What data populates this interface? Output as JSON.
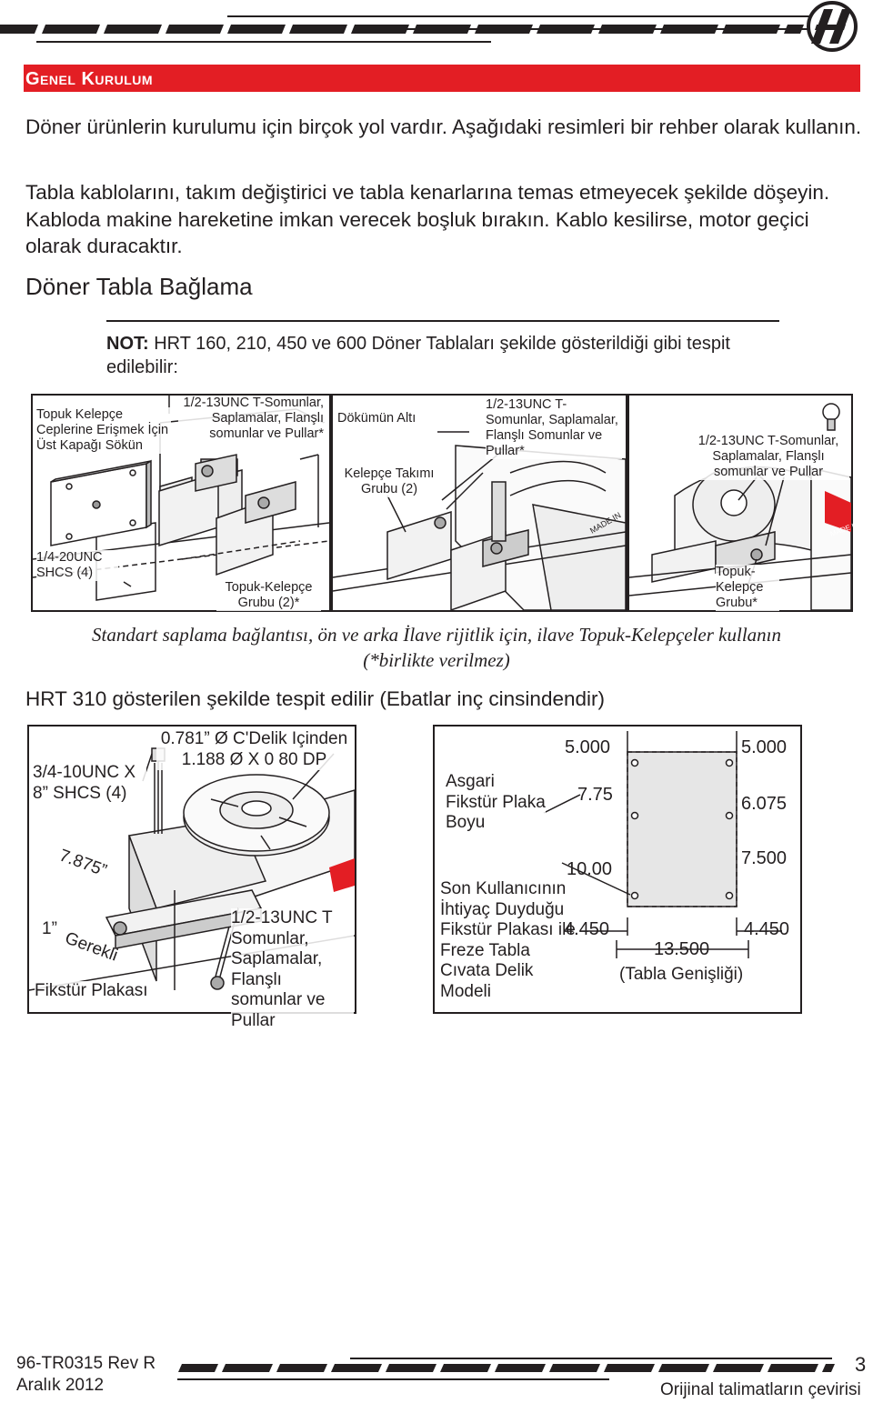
{
  "section": {
    "title": "Genel Kurulum"
  },
  "intro": {
    "p1": "Döner ürünlerin kurulumu için birçok yol vardır. Aşağıdaki resimleri bir rehber olarak kullanın.",
    "p2": "Tabla kablolarını, takım değiştirici ve tabla kenarlarına temas etmeyecek şekilde döşeyin. Kabloda makine hareketine imkan verecek boşluk bırakın. Kablo kesilirse, motor geçici olarak duracaktır."
  },
  "subheading": "Döner Tabla Bağlama",
  "note": {
    "label": "NOT:",
    "text": " HRT 160, 210, 450 ve 600 Döner Tablaları şekilde gösterildiği gibi tespit edilebilir:"
  },
  "figure1": {
    "panel1": {
      "top_label": "Topuk Kelepçe Ceplerine Erişmek İçin Üst Kapağı Sökün",
      "bolt_label": "1/4-20UNC SHCS (4)"
    },
    "panel2": {
      "top_label": "1/2-13UNC T-Somunlar, Saplamalar, Flanşlı somunlar ve Pullar*",
      "bottom_label": "Topuk-Kelepçe Grubu (2)*"
    },
    "panel3": {
      "label_a": "Dökümün Altı",
      "label_b": "Kelepçe Takımı Grubu (2)",
      "label_c": "1/2-13UNC T-Somunlar, Saplamalar, Flanşlı Somunlar ve Pullar*"
    },
    "panel4": {
      "top_label": "1/2-13UNC T-Somunlar, Saplamalar, Flanşlı somunlar ve Pullar",
      "bottom_label": "Topuk-Kelepçe Grubu*",
      "brand_text": "MADE IN"
    },
    "caption_line1": "Standart saplama bağlantısı, ön ve arka İlave rijitlik için, ilave Topuk-Kelepçeler kullanın",
    "caption_line2": "(*birlikte verilmez)"
  },
  "hrt310_heading": "HRT 310 gösterilen şekilde tespit edilir (Ebatlar inç cinsindendir)",
  "figure2": {
    "left": {
      "bolt": "3/4-10UNC X 8” SHCS (4)",
      "hole": "0.781” Ø C'Delik Içinden 1.188 Ø X 0 80 DP",
      "height": "7.875”",
      "one_inch": "1”",
      "required": "Gerekli",
      "fixture": "Fikstür Plakası",
      "tnuts": "1/2-13UNC T Somunlar, Saplamalar, Flanşlı somunlar ve Pullar"
    },
    "right": {
      "min_plate": "Asgari Fikstür Plaka Boyu",
      "user_plate": "Son Kullanıcının İhtiyaç Duyduğu Fikstür Plakası ile Freze Tabla Cıvata Delik Modeli",
      "d_5000a": "5.000",
      "d_5000b": "5.000",
      "d_775": "7.75",
      "d_6075": "6.075",
      "d_1000": "10.00",
      "d_7500": "7.500",
      "d_4450a": "4.450",
      "d_4450b": "4.450",
      "d_13500": "13.500",
      "table_width": "(Tabla Genişliği)"
    }
  },
  "footer": {
    "doc": "96-TR0315 Rev R",
    "date": "Aralık 2012",
    "page": "3",
    "note": "Orijinal talimatların çevirisi"
  },
  "colors": {
    "accent": "#e31e24",
    "ink": "#231f20"
  }
}
